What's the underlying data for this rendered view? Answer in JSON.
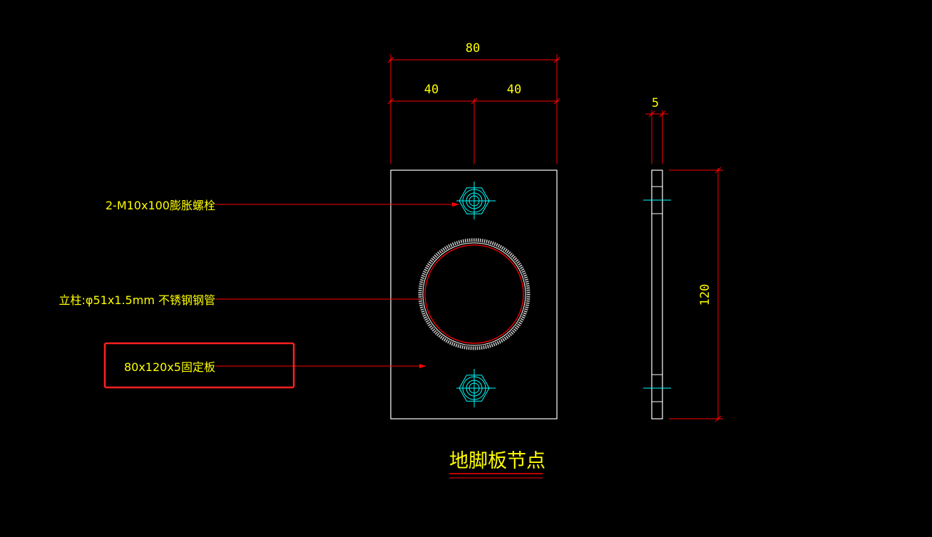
{
  "dimensions": {
    "overall_width": "80",
    "half_left": "40",
    "half_right": "40",
    "thickness": "5",
    "height": "120"
  },
  "labels": {
    "bolt": "2-M10x100膨胀螺栓",
    "post": "立柱:φ51x1.5mm 不锈钢钢管",
    "plate": "80x120x5固定板"
  },
  "title": "地脚板节点",
  "colors": {
    "background": "#000000",
    "outline": "#ffffff",
    "dimension_line": "#ff0000",
    "text": "#ffff00",
    "bolt": "#00ffff",
    "highlight_box": "#ff2020"
  }
}
